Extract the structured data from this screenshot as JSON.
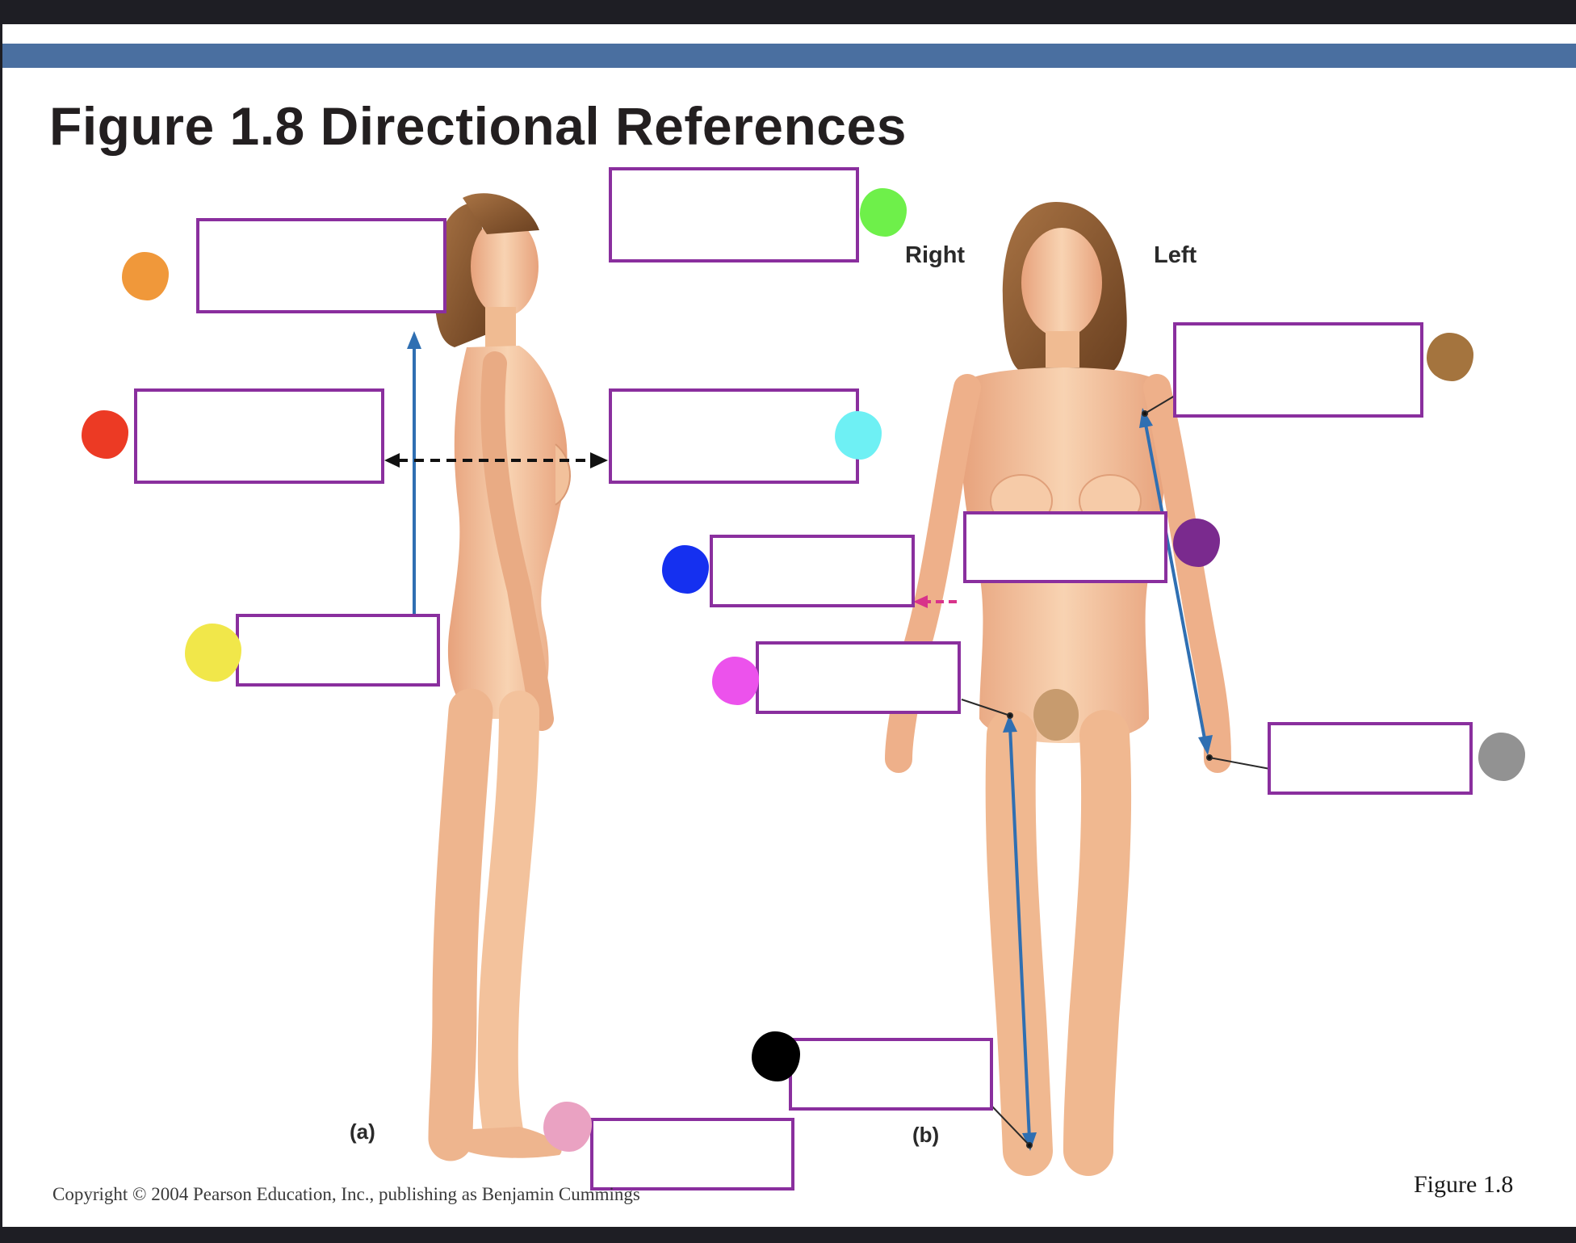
{
  "figure": {
    "title": "Figure 1.8  Directional References",
    "figure_label": "Figure 1.8",
    "copyright": "Copyright © 2004 Pearson Education, Inc., publishing as Benjamin Cummings"
  },
  "panels": {
    "a": "(a)",
    "b": "(b)"
  },
  "orientation": {
    "right": "Right",
    "left": "Left"
  },
  "colors": {
    "box_border": "#8a2f9e",
    "arrow_blue": "#2f6fb2",
    "arrow_magenta": "#d8338a",
    "band": "#4a6fa0",
    "skin": "#f4c49e",
    "hair": "#8a5a32"
  },
  "label_markers": [
    {
      "id": "orange",
      "color": "#f0983a"
    },
    {
      "id": "red",
      "color": "#ec3a24"
    },
    {
      "id": "yellow",
      "color": "#f1e74a"
    },
    {
      "id": "green",
      "color": "#6ef04a"
    },
    {
      "id": "cyan",
      "color": "#6ef0f4"
    },
    {
      "id": "blue",
      "color": "#1530f0"
    },
    {
      "id": "magenta",
      "color": "#ec52ec"
    },
    {
      "id": "black",
      "color": "#000000"
    },
    {
      "id": "pink",
      "color": "#eaa2c2"
    },
    {
      "id": "brown",
      "color": "#a4743e"
    },
    {
      "id": "purple",
      "color": "#7a2a8e"
    },
    {
      "id": "gray",
      "color": "#929292"
    }
  ]
}
